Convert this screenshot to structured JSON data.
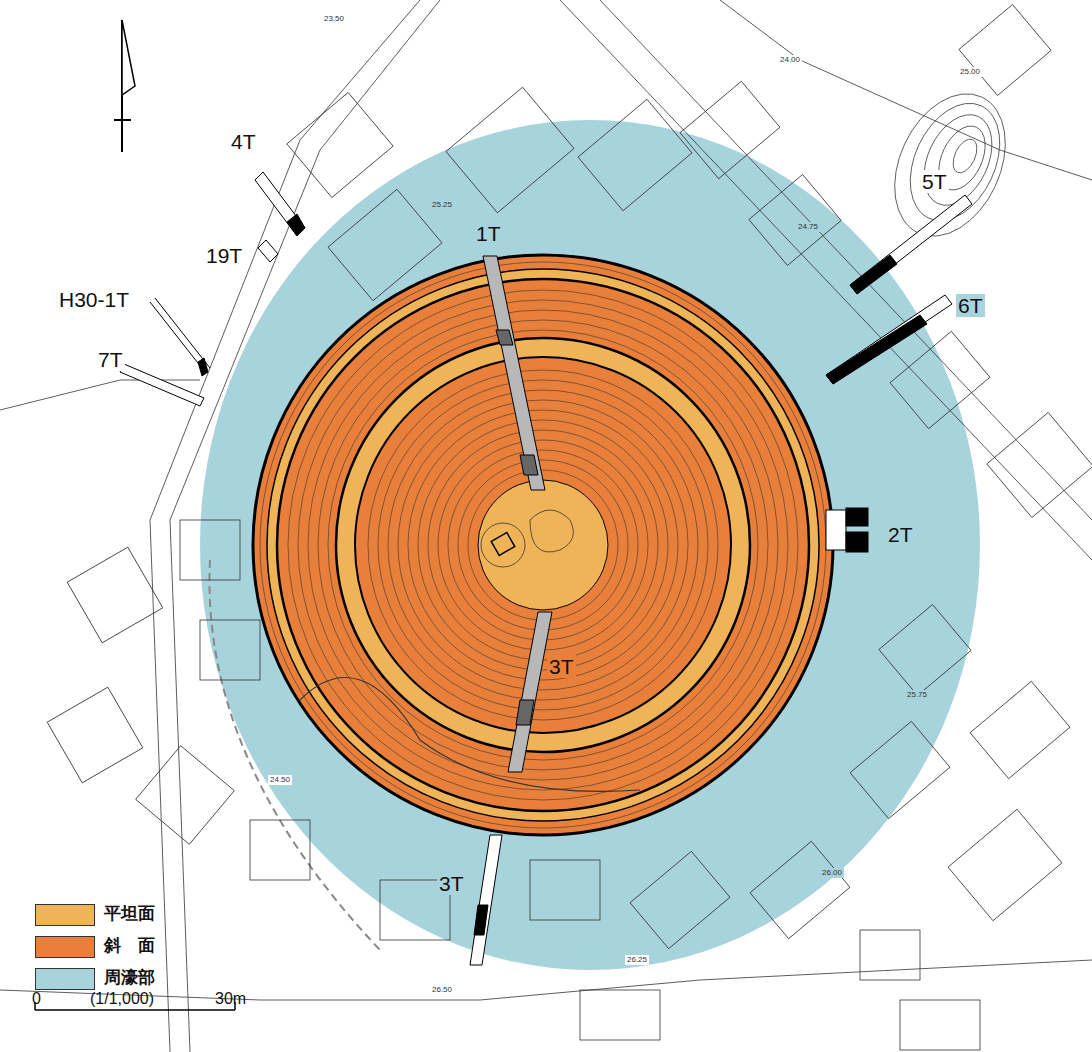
{
  "diagram": {
    "labels": [
      "4T",
      "19T",
      "1T",
      "5T",
      "6T",
      "H30-1T",
      "7T",
      "2T",
      "3T",
      "3T",
      "0",
      "(1/1,000)",
      "30m",
      "23.50",
      "24.00",
      "25.00",
      "25.25",
      "24.75",
      "25.75",
      "26.00",
      "26.25",
      "26.50",
      "24.50"
    ],
    "legend": [
      {
        "text": "平坦面",
        "color": "#f0b458"
      },
      {
        "text": "斜　面",
        "color": "#e8803c"
      },
      {
        "text": "周濠部",
        "color": "#a7d3dc"
      }
    ]
  }
}
